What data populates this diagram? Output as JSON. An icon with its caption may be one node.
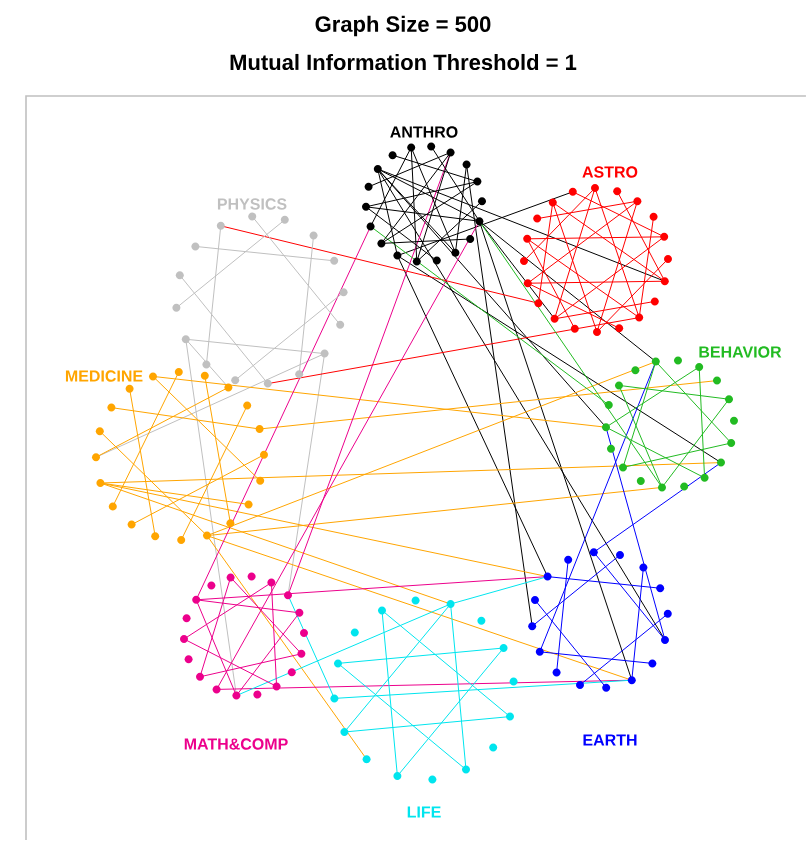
{
  "diagram": {
    "title": "Graph Size =  500",
    "labels": [
      "Mutual Information Threshold = 1",
      "ANTHRO",
      "PHYSICS",
      "ASTRO",
      "MEDICINE",
      "BEHAVIOR",
      "MATH&COMP",
      "EARTH",
      "LIFE"
    ]
  }
}
